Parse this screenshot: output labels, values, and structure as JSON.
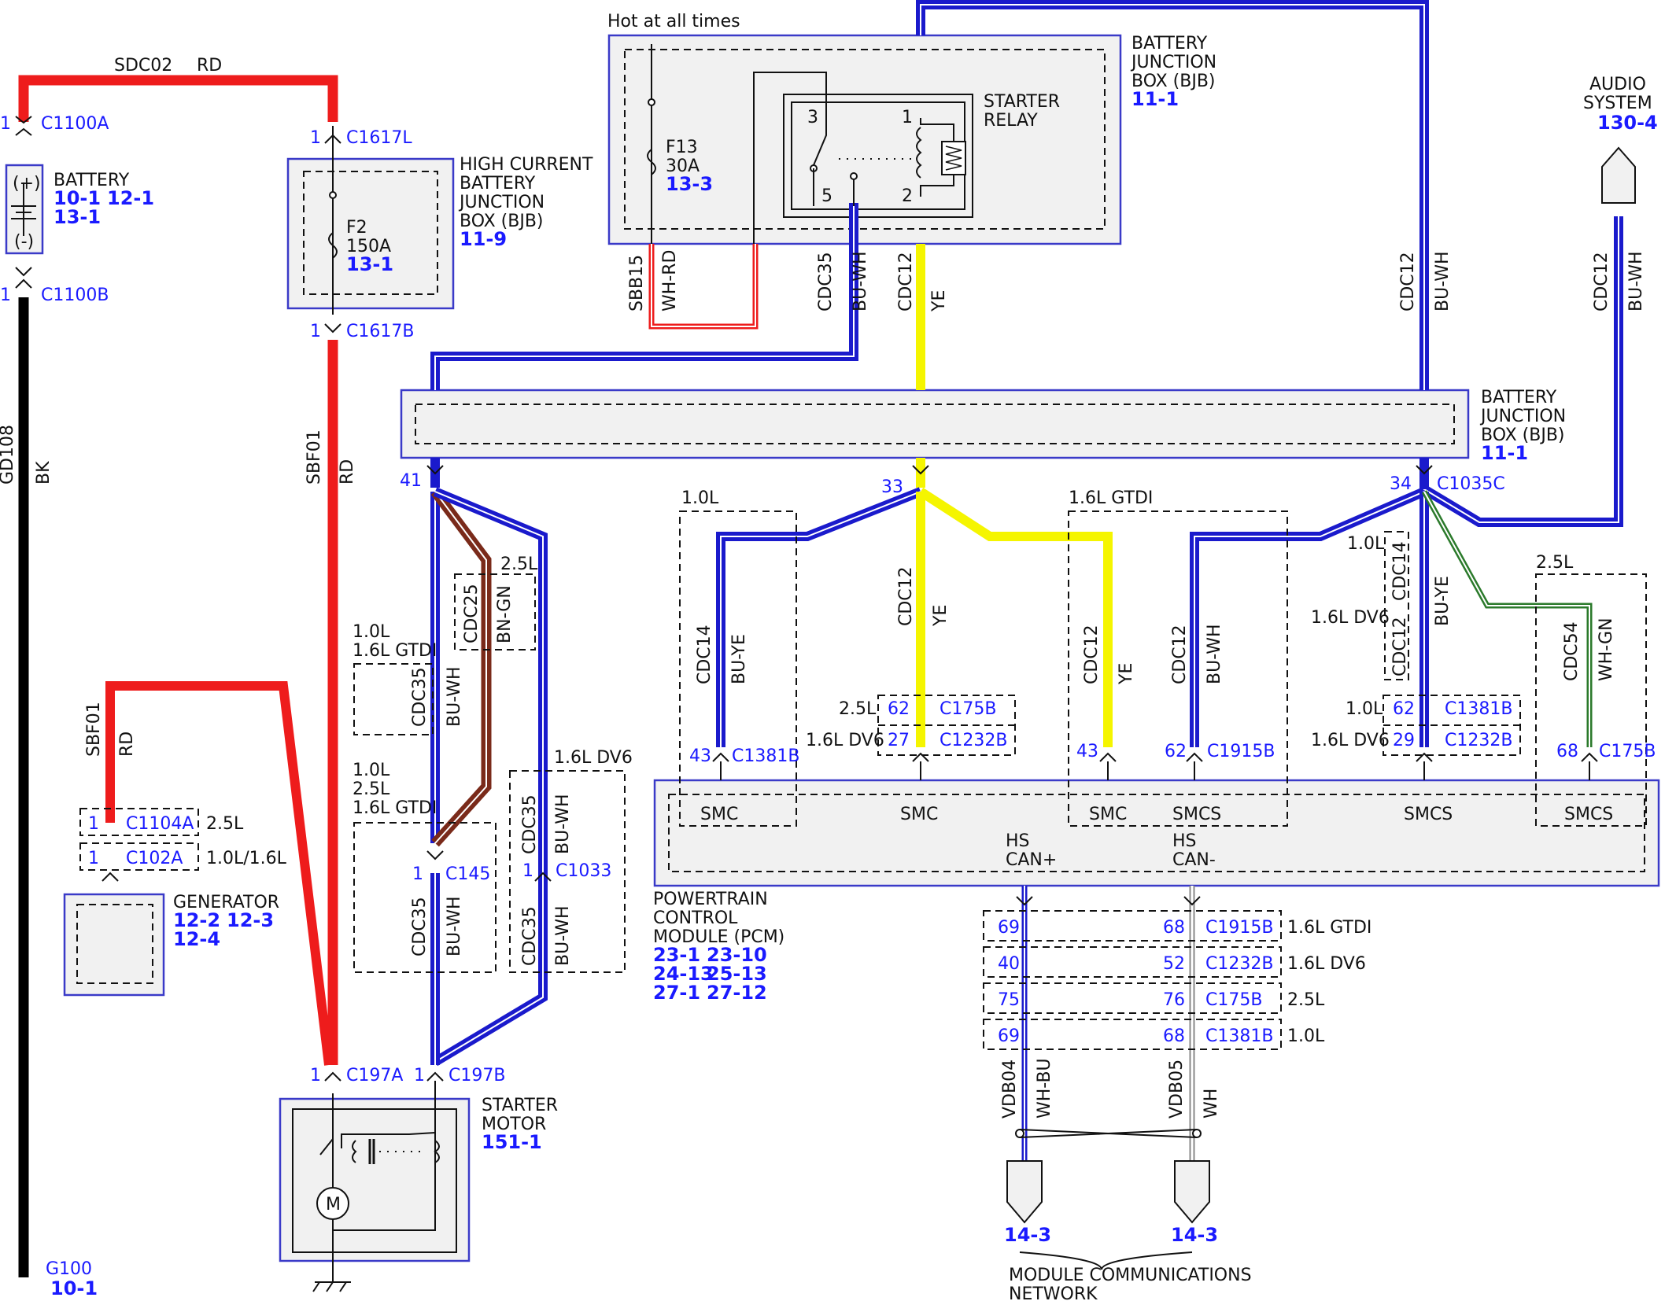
{
  "colors": {
    "red": "#ee1c1c",
    "blue": "#1a1acc",
    "yellow": "#f5f500",
    "black": "#000000",
    "brown": "#7a2a1a",
    "green": "#2b7a2b",
    "white": "#ffffff",
    "ref": "#1a1aff",
    "box_border": "#3a3ac8",
    "box_fill": "#f1f1f1"
  },
  "labels": {
    "sdc02": "SDC02",
    "rd_top": "RD",
    "battery_pin1": "1",
    "battery_c1": "C1100A",
    "battery_name": "BATTERY",
    "battery_ref1": "10-1",
    "battery_ref2": "12-1",
    "battery_ref3": "13-1",
    "battery_pin2": "1",
    "battery_c2": "C1100B",
    "battery_plus": "(+)",
    "battery_minus": "(-)",
    "gd108": "GD108",
    "bk": "BK",
    "g100": "G100",
    "g100_ref": "10-1",
    "hcbjb_pin_top": "1",
    "hcbjb_c_top": "C1617L",
    "f2": "F2",
    "f2_amp": "150A",
    "f2_ref": "13-1",
    "hcbjb_l1": "HIGH CURRENT",
    "hcbjb_l2": "BATTERY",
    "hcbjb_l3": "JUNCTION",
    "hcbjb_l4": "BOX (BJB)",
    "hcbjb_ref": "11-9",
    "hcbjb_pin_bot": "1",
    "hcbjb_c_bot": "C1617B",
    "sbf01_a": "SBF01",
    "rd_a": "RD",
    "gen_sbf01": "SBF01",
    "gen_rd": "RD",
    "gen_p1": "1",
    "gen_c1": "C1104A",
    "gen_v1": "2.5L",
    "gen_p2": "1",
    "gen_c2": "C102A",
    "gen_v2": "1.0L/1.6L",
    "gen_name": "GENERATOR",
    "gen_ref1": "12-2",
    "gen_ref2": "12-3",
    "gen_ref3": "12-4",
    "hot": "Hot at all times",
    "f13": "F13",
    "f13_amp": "30A",
    "f13_ref": "13-3",
    "relay_p3": "3",
    "relay_p1": "1",
    "relay_p5": "5",
    "relay_p2": "2",
    "relay_l1": "STARTER",
    "relay_l2": "RELAY",
    "bjb_top_l1": "BATTERY",
    "bjb_top_l2": "JUNCTION",
    "bjb_top_l3": "BOX (BJB)",
    "bjb_top_ref": "11-1",
    "sbb15": "SBB15",
    "whrd": "WH-RD",
    "cdc35_top": "CDC35",
    "buwh_top": "BU-WH",
    "cdc12_top": "CDC12",
    "ye_top": "YE",
    "cdc12_r": "CDC12",
    "buwh_r": "BU-WH",
    "audio_l1": "AUDIO",
    "audio_l2": "SYSTEM",
    "audio_ref": "130-4",
    "cdc12_audio": "CDC12",
    "buwh_audio": "BU-WH",
    "bjb_mid_l1": "BATTERY",
    "bjb_mid_l2": "JUNCTION",
    "bjb_mid_l3": "BOX (BJB)",
    "bjb_mid_ref": "11-1",
    "pin41": "41",
    "pin33": "33",
    "pin34": "34",
    "c1035c": "C1035C",
    "v25_a": "2.5L",
    "cdc25": "CDC25",
    "bngn": "BN-GN",
    "v10_a": "1.0L",
    "v16gtdi_a": "1.6L GTDI",
    "cdc35_a": "CDC35",
    "buwh_a": "BU-WH",
    "v10_b": "1.0L",
    "v25_b": "2.5L",
    "v16gtdi_b": "1.6L GTDI",
    "v16dv6_a": "1.6L DV6",
    "cdc35_b": "CDC35",
    "buwh_b": "BU-WH",
    "p1_c145": "1",
    "c145": "C145",
    "cdc35_c": "CDC35",
    "buwh_c": "BU-WH",
    "p1_c1033": "1",
    "c1033": "C1033",
    "cdc35_d": "CDC35",
    "buwh_d": "BU-WH",
    "p1_c197a": "1",
    "c197a": "C197A",
    "p1_c197b": "1",
    "c197b": "C197B",
    "starter_l1": "STARTER",
    "starter_l2": "MOTOR",
    "starter_ref": "151-1",
    "motor_m": "M",
    "v10_c": "1.0L",
    "cdc14": "CDC14",
    "buye": "BU-YE",
    "p43": "43",
    "c1381b_a": "C1381B",
    "smc_a": "SMC",
    "cdc12_mid": "CDC12",
    "ye_mid": "YE",
    "v25_c": "2.5L",
    "p62_a": "62",
    "c175b_a": "C175B",
    "v16dv6_b": "1.6L DV6",
    "p27": "27",
    "c1232b_a": "C1232B",
    "smc_b": "SMC",
    "v16gtdi_c": "1.6L GTDI",
    "cdc12_g": "CDC12",
    "ye_g": "YE",
    "p43_b": "43",
    "smc_c": "SMC",
    "cdc12_h": "CDC12",
    "buwh_h": "BU-WH",
    "p62_b": "62",
    "c1915b_a": "C1915B",
    "smcs_a": "SMCS",
    "v10_d": "1.0L",
    "cdc14_b": "CDC14",
    "v16dv6_c": "1.6L DV6",
    "cdc12_i": "CDC12",
    "buye_b": "BU-YE",
    "v10_e": "1.0L",
    "p62_c": "62",
    "c1381b_b": "C1381B",
    "v16dv6_d": "1.6L DV6",
    "p29": "29",
    "c1232b_b": "C1232B",
    "smcs_b": "SMCS",
    "v25_d": "2.5L",
    "cdc54": "CDC54",
    "whgn": "WH-GN",
    "p68": "68",
    "c175b_b": "C175B",
    "smcs_c": "SMCS",
    "hs1": "HS",
    "canp": "CAN+",
    "hs2": "HS",
    "canm": "CAN-",
    "pcm_l1": "POWERTRAIN",
    "pcm_l2": "CONTROL",
    "pcm_l3": "MODULE (PCM)",
    "pcm_r1": "23-1",
    "pcm_r2": "23-10",
    "pcm_r3": "24-13",
    "pcm_r4": "25-13",
    "pcm_r5": "27-1",
    "pcm_r6": "27-12",
    "can_r1_a": "69",
    "can_r1_b": "68",
    "can_r1_c": "C1915B",
    "can_r1_v": "1.6L GTDI",
    "can_r2_a": "40",
    "can_r2_b": "52",
    "can_r2_c": "C1232B",
    "can_r2_v": "1.6L DV6",
    "can_r3_a": "75",
    "can_r3_b": "76",
    "can_r3_c": "C175B",
    "can_r3_v": "2.5L",
    "can_r4_a": "69",
    "can_r4_b": "68",
    "can_r4_c": "C1381B",
    "can_r4_v": "1.0L",
    "vdb04": "VDB04",
    "whbu": "WH-BU",
    "vdb05": "VDB05",
    "wh": "WH",
    "net_ref1": "14-3",
    "net_ref2": "14-3",
    "net_l1": "MODULE COMMUNICATIONS",
    "net_l2": "NETWORK"
  }
}
